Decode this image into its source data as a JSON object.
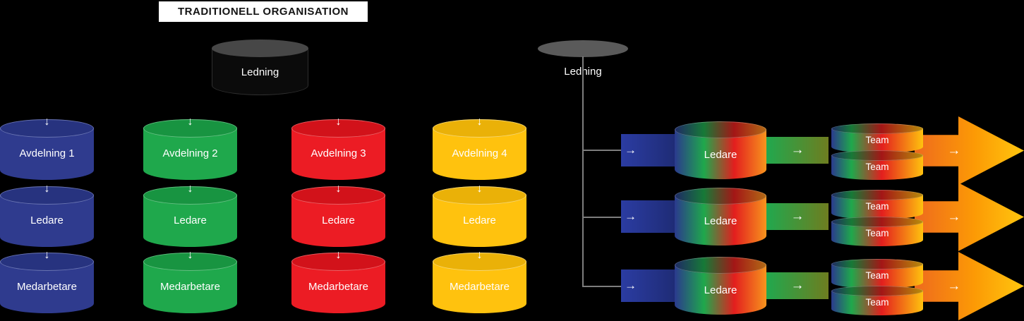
{
  "title": "TRADITIONELL ORGANISATION",
  "traditional": {
    "management_label": "Ledning",
    "columns": [
      {
        "color": "#2F3B8E",
        "department": "Avdelning 1",
        "leader": "Ledare",
        "staff": "Medarbetare"
      },
      {
        "color": "#1FA84C",
        "department": "Avdelning 2",
        "leader": "Ledare",
        "staff": "Medarbetare"
      },
      {
        "color": "#EC1C24",
        "department": "Avdelning 3",
        "leader": "Ledare",
        "staff": "Medarbetare"
      },
      {
        "color": "#FFC20E",
        "department": "Avdelning 4",
        "leader": "Ledare",
        "staff": "Medarbetare"
      }
    ]
  },
  "agile": {
    "management_label": "Ledning",
    "rows": [
      {
        "leader": "Ledare",
        "teams": [
          "Team",
          "Team"
        ]
      },
      {
        "leader": "Ledare",
        "teams": [
          "Team",
          "Team"
        ]
      },
      {
        "leader": "Ledare",
        "teams": [
          "Team",
          "Team"
        ]
      }
    ]
  },
  "icons": {
    "down_arrow": "↓",
    "right_arrow": "→"
  },
  "colors": {
    "background": "#000000",
    "title_bg": "#FFFFFF",
    "blue": "#2F3B8E",
    "green": "#1FA84C",
    "red": "#EC1C24",
    "yellow": "#FFC20E",
    "orange": "#EE6A1E",
    "management_cylinder": "#0B0B0B",
    "management_ellipse": "#5A5A5A"
  }
}
